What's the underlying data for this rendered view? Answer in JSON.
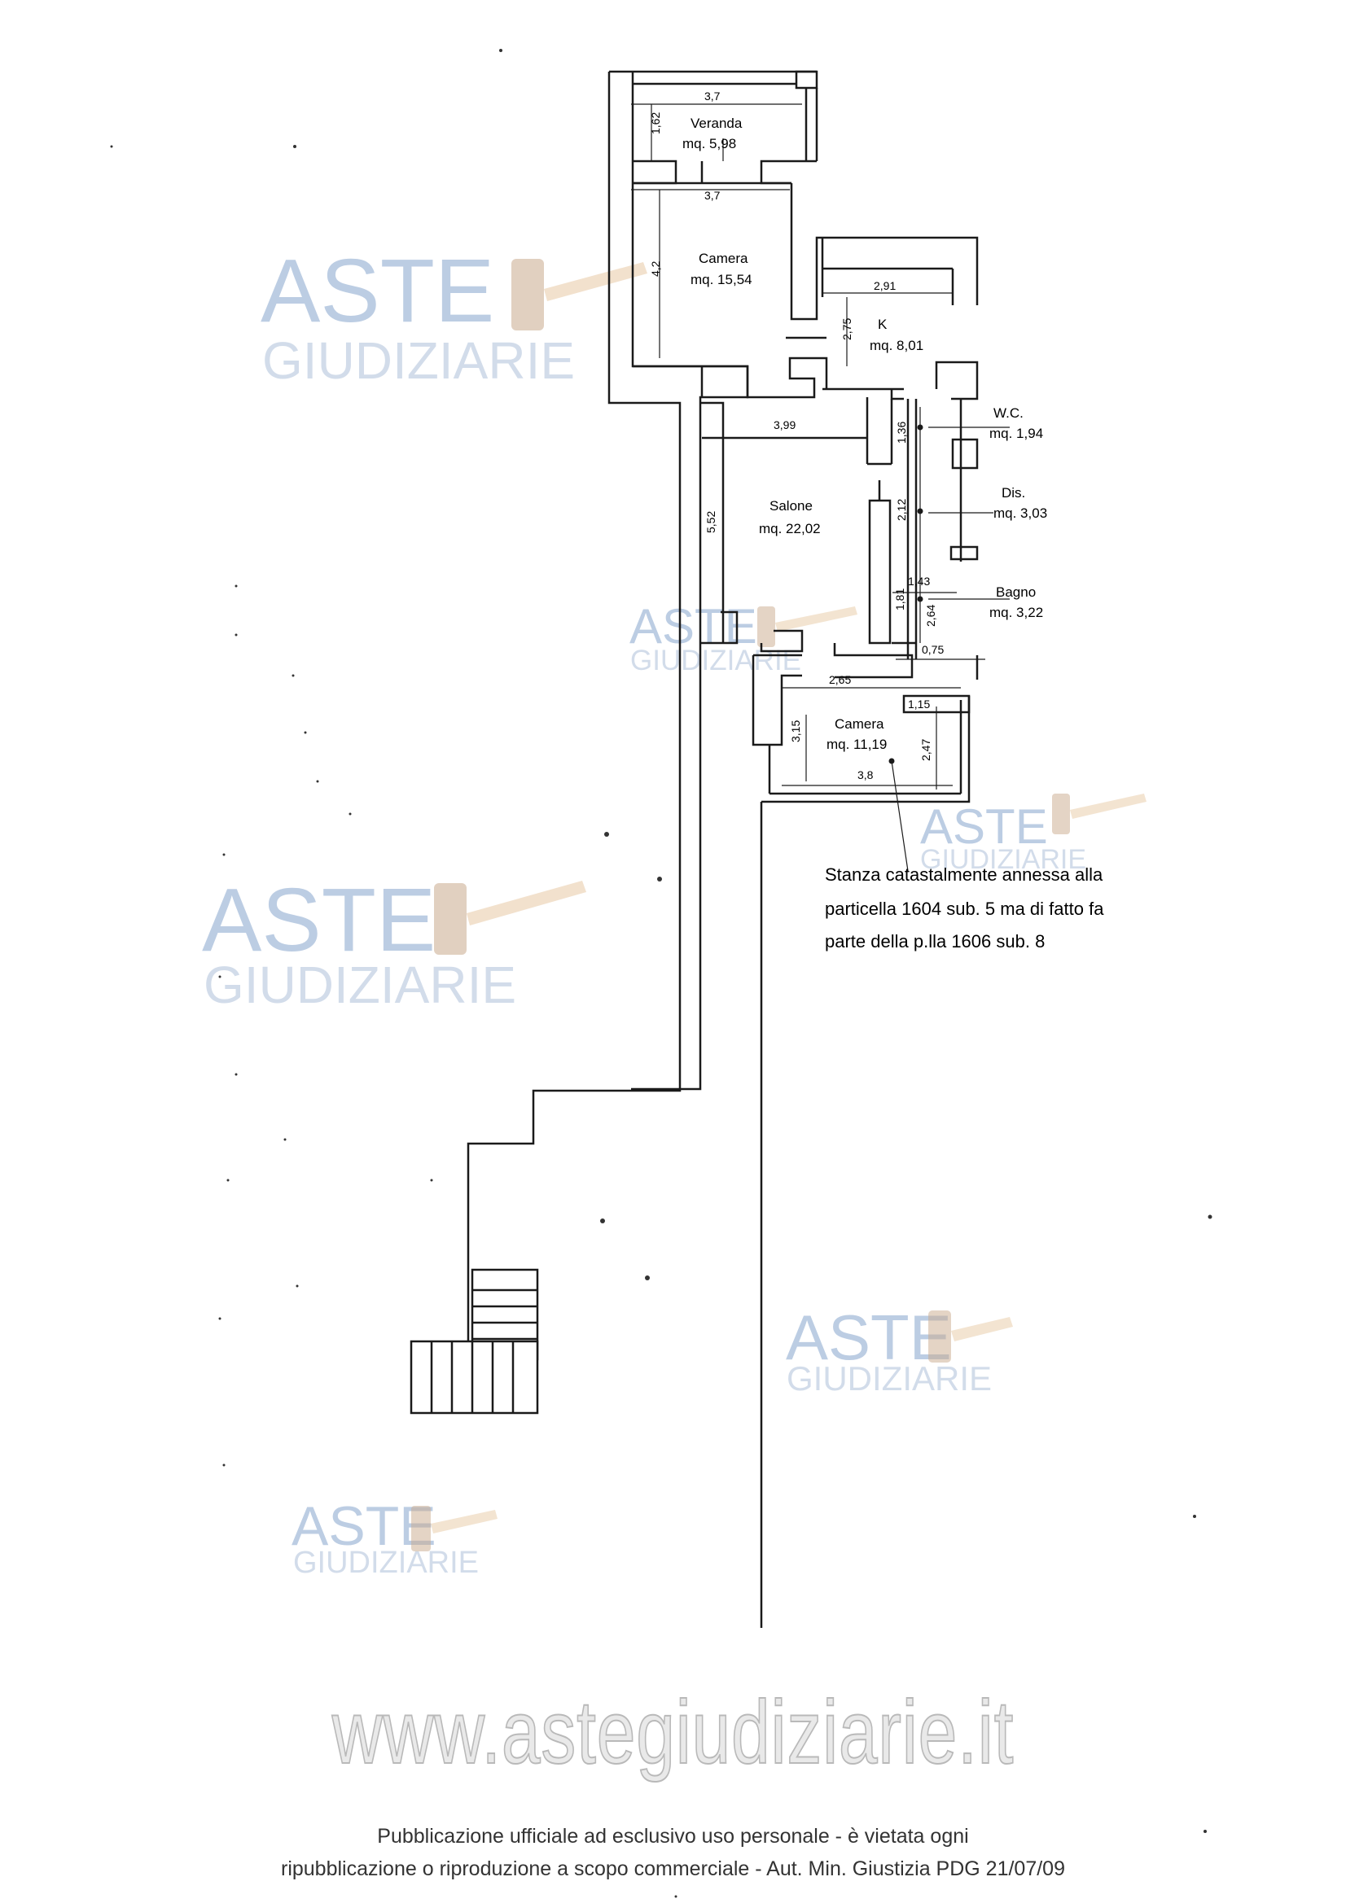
{
  "rooms": [
    {
      "id": "veranda",
      "name": "Veranda",
      "area": "mq. 5,98"
    },
    {
      "id": "camera-1",
      "name": "Camera",
      "area": "mq. 15,54"
    },
    {
      "id": "kitchen",
      "name": "K",
      "area": "mq. 8,01"
    },
    {
      "id": "wc",
      "name": "W.C.",
      "area": "mq. 1,94"
    },
    {
      "id": "dis",
      "name": "Dis.",
      "area": "mq. 3,03"
    },
    {
      "id": "salone",
      "name": "Salone",
      "area": "mq. 22,02"
    },
    {
      "id": "bagno",
      "name": "Bagno",
      "area": "mq. 3,22"
    },
    {
      "id": "camera-2",
      "name": "Camera",
      "area": "mq. 11,19"
    }
  ],
  "dimensions": {
    "veranda_top": "3,7",
    "veranda_left": "1,62",
    "veranda_bottom": "3,7",
    "camera1_height": "4,2",
    "kitchen_width": "2,91",
    "kitchen_height": "2,75",
    "salone_width": "3,99",
    "salone_height": "5,52",
    "wc_height": "1,36",
    "dis_height": "2,12",
    "bagno_width": "1,43",
    "bagno_a": "1,81",
    "bagno_b": "2,64",
    "bagno_c": "0,75",
    "camera2_width_top": "2,65",
    "camera2_height_left": "3,15",
    "camera2_small_width": "1,15",
    "camera2_height_right": "2,47",
    "camera2_width_bottom": "3,8"
  },
  "note": {
    "line1": "Stanza catastalmente annessa alla",
    "line2": "particella 1604 sub. 5 ma di fatto fa",
    "line3": "parte della p.lla 1606 sub. 8"
  },
  "watermark": {
    "aste": "ASTE",
    "giudiziarie": "GIUDIZIARIE",
    "url": "www.astegiudiziarie.it"
  },
  "footer": {
    "line1": "Pubblicazione ufficiale ad esclusivo uso personale - è vietata ogni",
    "line2": "ripubblicazione o riproduzione a scopo commerciale - Aut. Min. Giustizia PDG 21/07/09"
  },
  "colors": {
    "wall": "#1a1a1a",
    "watermark_blue": "#bccde3",
    "watermark_gavel": "#e8c9a4"
  }
}
